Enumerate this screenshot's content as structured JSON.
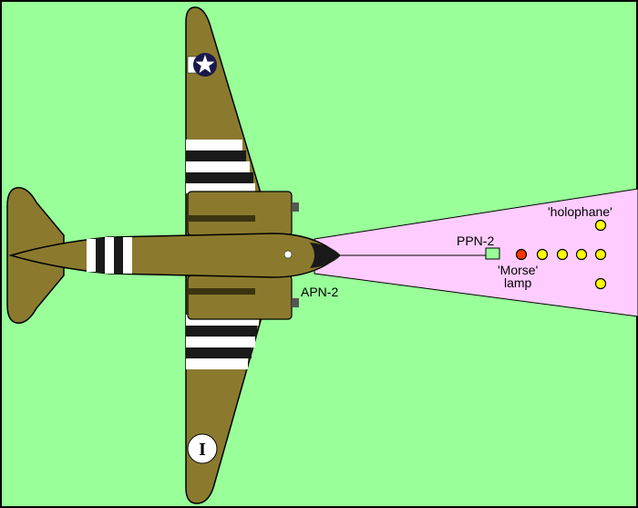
{
  "colors": {
    "background": "#99FF99",
    "border": "#000000",
    "beam": "#FFCCFF",
    "aircraft_body": "#8B7A2E",
    "aircraft_shade": "#6B5E20",
    "invasion_stripe_white": "#FFFFFF",
    "invasion_stripe_black": "#1A1A1A",
    "ppn2_box": "#99FF99",
    "holophane_light": "#FFFF00",
    "morse_lamp_fill": "#FF3300",
    "light_outline": "#000000"
  },
  "labels": {
    "holophane": "'holophane'",
    "ppn2": "PPN-2",
    "morse_line1": "'Morse'",
    "morse_line2": "lamp",
    "apn2": "APN-2"
  },
  "markings": {
    "upper_wing": "us-star-insignia",
    "lower_wing": "I"
  },
  "lights": {
    "holophane_count": 6,
    "morse_lamp_count": 1
  }
}
